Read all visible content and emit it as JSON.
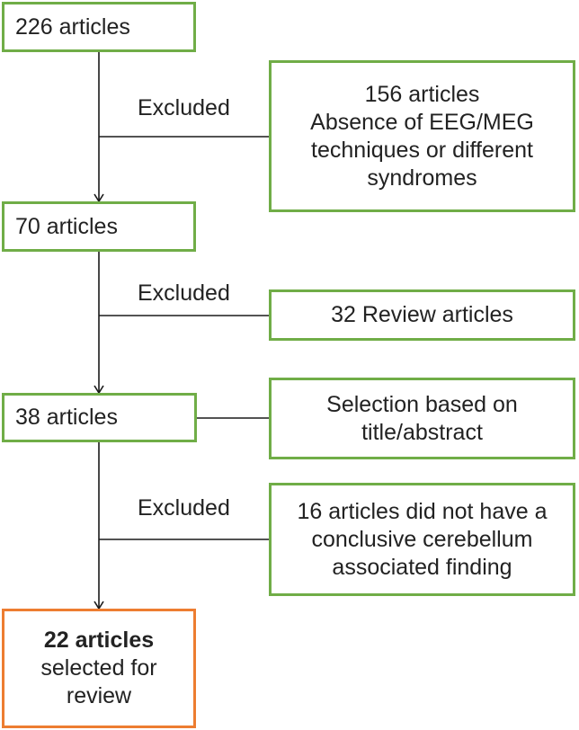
{
  "boxes": {
    "start": "226 articles",
    "step2": "70 articles",
    "step3": "38 articles",
    "final": {
      "count": "22 articles",
      "line2": "selected for",
      "line3": "review"
    }
  },
  "exclusions": {
    "label": "Excluded",
    "first": {
      "line1": "156 articles",
      "line2": "Absence of EEG/MEG",
      "line3": "techniques or different",
      "line4": "syndromes"
    },
    "second": "32  Review articles",
    "third": {
      "line1": "16 articles did not have a",
      "line2": "conclusive cerebellum",
      "line3": "associated finding"
    }
  },
  "selection_note": {
    "line1": "Selection based on",
    "line2": "title/abstract"
  },
  "colors": {
    "box_border": "#70ad47",
    "final_border": "#ed7d31",
    "connector": "#1a1a1a"
  }
}
